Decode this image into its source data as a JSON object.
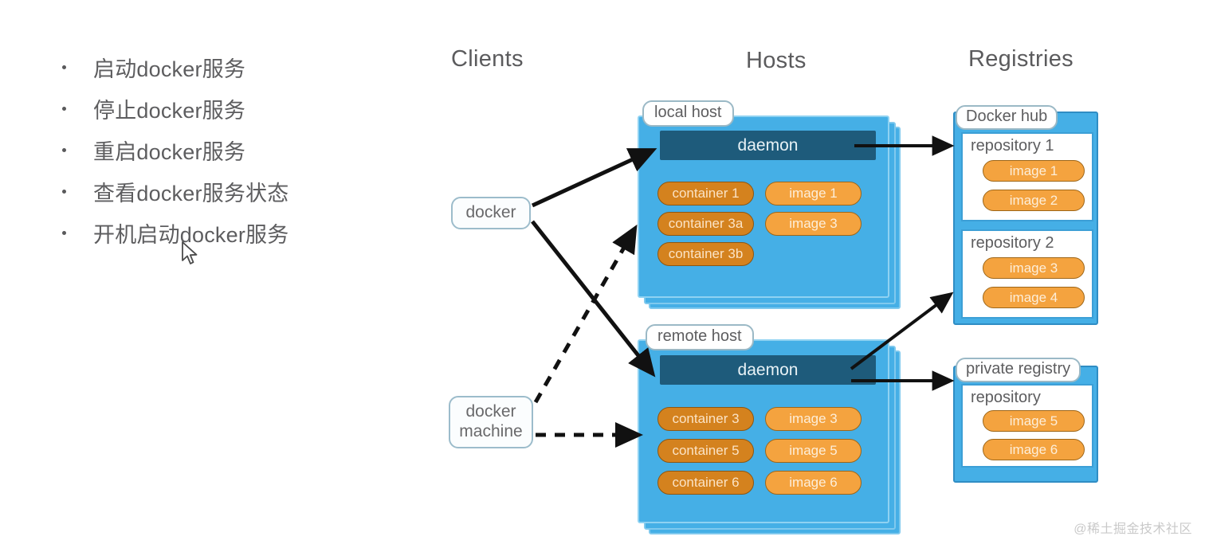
{
  "slide": {
    "bullets": [
      "启动docker服务",
      "停止docker服务",
      "重启docker服务",
      "查看docker服务状态",
      "开机启动docker服务"
    ],
    "watermark": "@稀土掘金技术社区"
  },
  "diagram": {
    "headings": {
      "clients": "Clients",
      "hosts": "Hosts",
      "registries": "Registries"
    },
    "clients": [
      {
        "id": "docker",
        "label": "docker"
      },
      {
        "id": "docker-machine",
        "line1": "docker",
        "line2": "machine"
      }
    ],
    "hosts": [
      {
        "id": "local-host",
        "label": "local host",
        "daemon": "daemon",
        "containers": [
          "container 1",
          "container 3a",
          "container 3b"
        ],
        "images": [
          "image 1",
          "image 3"
        ]
      },
      {
        "id": "remote-host",
        "label": "remote host",
        "daemon": "daemon",
        "containers": [
          "container 3",
          "container 5",
          "container 6"
        ],
        "images": [
          "image 3",
          "image 5",
          "image 6"
        ]
      }
    ],
    "registries": [
      {
        "id": "docker-hub",
        "label": "Docker hub",
        "repositories": [
          {
            "title": "repository 1",
            "images": [
              "image 1",
              "image 2"
            ]
          },
          {
            "title": "repository 2",
            "images": [
              "image 3",
              "image 4"
            ]
          }
        ]
      },
      {
        "id": "private-registry",
        "label": "private registry",
        "repositories": [
          {
            "title": "repository",
            "images": [
              "image 5",
              "image 6"
            ]
          }
        ]
      }
    ],
    "colors": {
      "host_blue": "#45afe6",
      "daemon_navy": "#1e5b7b",
      "container_orange": "#d4821e",
      "image_orange": "#f4a33f",
      "registry_border": "#2f8dc4",
      "text_gray": "#5d5d5f"
    }
  }
}
